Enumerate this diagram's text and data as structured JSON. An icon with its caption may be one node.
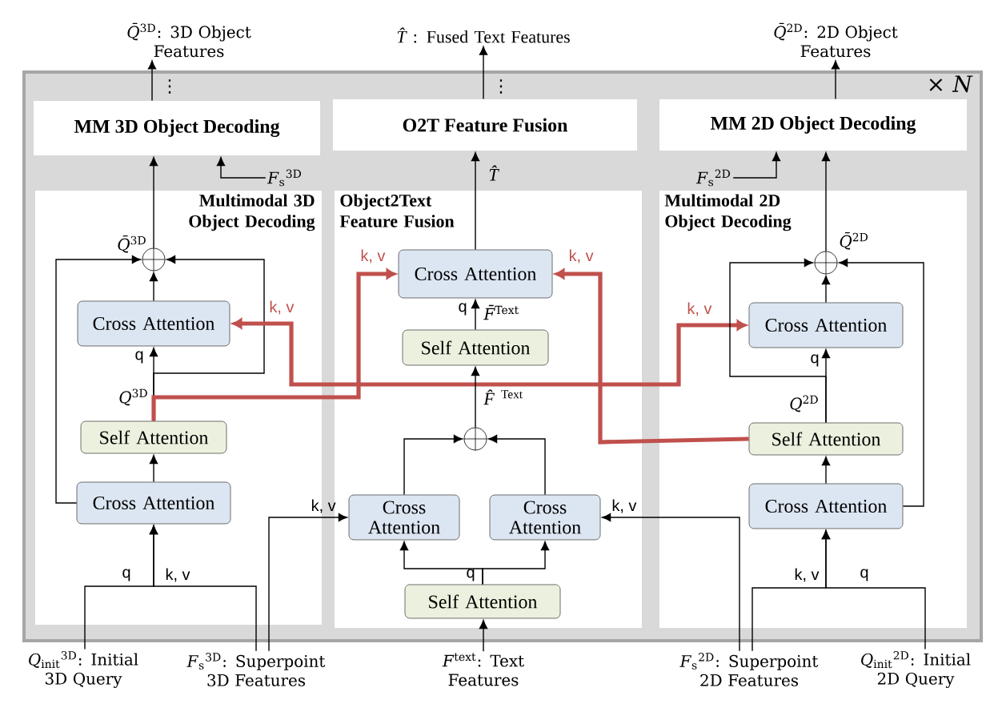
{
  "diagram": {
    "nodes": [
      {
        "text": [
          "*Q̄*$^{3D}$: 3D Object Features"
        ]
      },
      {
        "text": [
          "*T̂*: Fused Text Features"
        ]
      },
      {
        "text": [
          "*Q̄*$^{2D}$: 2D Object Features"
        ]
      },
      {
        "text": [
          "× *N*"
        ]
      },
      {
        "text": [
          "MM 3D Object Decoding"
        ],
        "in": 3
      },
      {
        "text": [
          "O2T Feature Fusion"
        ],
        "in": 3
      },
      {
        "text": [
          "MM 2D Object Decoding"
        ],
        "in": 3
      },
      {
        "text": [
          "*F*$_{s}$$^{3D}$"
        ],
        "in": 3
      },
      {
        "text": [
          "*F*$_{s}$$^{2D}$"
        ],
        "in": 3
      },
      {
        "text": [
          "Multimodal 3D Object Decoding"
        ],
        "in": 3
      },
      {
        "text": [],
        "shape": "circle",
        "in": 9,
        "beside": [
          "*Q̄*$^{3D}$"
        ]
      },
      {
        "text": [
          "Cross Attention"
        ],
        "in": 9
      },
      {
        "text": [
          "Self Attention"
        ],
        "in": 9,
        "beside": [
          "*Q*$^{3D}$"
        ]
      },
      {
        "text": [
          "Cross Attention"
        ],
        "in": 9
      },
      {
        "text": [
          "Object2Text Feature Fusion"
        ],
        "in": 3
      },
      {
        "text": [
          "Cross Attention"
        ],
        "in": 14
      },
      {
        "text": [
          "Self Attention"
        ],
        "in": 14,
        "beside": [
          "*F̄*$^{Text}$"
        ]
      },
      {
        "text": [],
        "shape": "circle",
        "in": 14,
        "beside": [
          "*F̂*$^{Text}$"
        ]
      },
      {
        "text": [
          "Cross Attention"
        ],
        "in": 14
      },
      {
        "text": [
          "Cross Attention"
        ],
        "in": 14
      },
      {
        "text": [
          "Self Attention"
        ],
        "in": 14
      },
      {
        "text": [
          "Multimodal 2D Object Decoding"
        ],
        "in": 3
      },
      {
        "text": [],
        "shape": "circle",
        "in": 21,
        "beside": [
          "*Q̄*$^{2D}$"
        ]
      },
      {
        "text": [
          "Cross Attention"
        ],
        "in": 21
      },
      {
        "text": [
          "Self Attention"
        ],
        "in": 21,
        "beside": [
          "*Q*$^{2D}$"
        ]
      },
      {
        "text": [
          "Cross Attention"
        ],
        "in": 21
      },
      {
        "text": [
          "*Q*$_{init}$$^{3D}$: Initial 3D Query"
        ]
      },
      {
        "text": [
          "*F*$_{s}$$^{3D}$: Superpoint 3D Features"
        ]
      },
      {
        "text": [
          "*F*$^{text}$: Text Features"
        ]
      },
      {
        "text": [
          "*F*$_{s}$$^{2D}$: Superpoint 2D Features"
        ]
      },
      {
        "text": [
          "*Q*$_{init}$$^{2D}$: Initial 2D Query"
        ]
      }
    ],
    "edges": [
      {
        "from": 4,
        "to": 0,
        "arrow": "to"
      },
      {
        "from": 5,
        "to": 1,
        "arrow": "to"
      },
      {
        "from": 6,
        "to": 2,
        "arrow": "to"
      },
      {
        "from": 7,
        "to": 4,
        "arrow": "to"
      },
      {
        "from": 8,
        "to": 6,
        "arrow": "to"
      },
      {
        "from": 10,
        "to": 4,
        "arrow": "to"
      },
      {
        "from": 11,
        "to": 10,
        "arrow": "to"
      },
      {
        "from": 12,
        "to": 11,
        "arrow": "to",
        "label": "q"
      },
      {
        "from": 13,
        "to": 12,
        "arrow": "to"
      },
      {
        "from": 13,
        "to": 10,
        "arrow": "to"
      },
      {
        "from": 12,
        "to": 10,
        "arrow": "to"
      },
      {
        "from": 12,
        "to": 15,
        "arrow": "to",
        "label": "k, v",
        "style": "thick",
        "color": "#c0504d"
      },
      {
        "from": 24,
        "to": 15,
        "arrow": "to",
        "label": "k, v",
        "style": "thick",
        "color": "#c0504d"
      },
      {
        "from": 11,
        "to": 23,
        "arrow": "both",
        "label": "k, v",
        "style": "thick",
        "color": "#c0504d"
      },
      {
        "from": 15,
        "to": 5,
        "arrow": "to",
        "label": "*T̂*"
      },
      {
        "from": 16,
        "to": 15,
        "arrow": "to",
        "label": "q"
      },
      {
        "from": 17,
        "to": 16,
        "arrow": "to"
      },
      {
        "from": 18,
        "to": 17,
        "arrow": "to"
      },
      {
        "from": 19,
        "to": 17,
        "arrow": "to"
      },
      {
        "from": 20,
        "to": 18,
        "arrow": "to",
        "label": "q"
      },
      {
        "from": 20,
        "to": 19,
        "arrow": "to"
      },
      {
        "from": 27,
        "to": 18,
        "arrow": "to",
        "label": "k, v"
      },
      {
        "from": 29,
        "to": 19,
        "arrow": "to",
        "label": "k, v"
      },
      {
        "from": 28,
        "to": 20,
        "arrow": "to"
      },
      {
        "from": 26,
        "to": 13,
        "arrow": "to",
        "label": "q"
      },
      {
        "from": 27,
        "to": 13,
        "arrow": "to",
        "label": "k, v"
      },
      {
        "from": 22,
        "to": 6,
        "arrow": "to"
      },
      {
        "from": 23,
        "to": 22,
        "arrow": "to"
      },
      {
        "from": 24,
        "to": 23,
        "arrow": "to",
        "label": "q"
      },
      {
        "from": 25,
        "to": 24,
        "arrow": "to"
      },
      {
        "from": 25,
        "to": 22,
        "arrow": "to"
      },
      {
        "from": 24,
        "to": 22,
        "arrow": "to"
      },
      {
        "from": 30,
        "to": 25,
        "arrow": "to",
        "label": "q"
      },
      {
        "from": 29,
        "to": 25,
        "arrow": "to",
        "label": "k, v"
      }
    ],
    "labels": [
      "⋮",
      "⋮",
      "k, v"
    ]
  }
}
